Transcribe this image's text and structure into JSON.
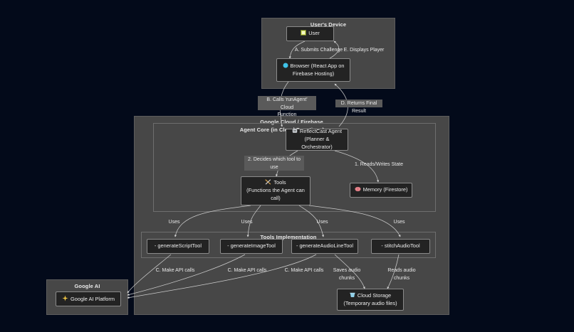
{
  "diagram": {
    "background_color": "#030a1a",
    "cluster_fill": "#474747",
    "node_fill": "#232323",
    "node_border": "#8a8a8a",
    "edge_color": "#cfcfcf",
    "label_fill": "#5a5a5a",
    "text_color": "#ececec"
  },
  "clusters": [
    {
      "id": "users_device",
      "title": "User's Device"
    },
    {
      "id": "google_cloud",
      "title": "Google Cloud / Firebase"
    },
    {
      "id": "agent_core",
      "title": "Agent Core (in Cloud Functions)"
    },
    {
      "id": "tools_impl",
      "title": "Tools Implementation"
    },
    {
      "id": "google_ai",
      "title": "Google AI"
    }
  ],
  "nodes": {
    "user": {
      "icon": "user-icon",
      "line1": "User",
      "line2": ""
    },
    "browser": {
      "icon": "browser-icon",
      "line1": "Browser (React App on",
      "line2": "Firebase Hosting)"
    },
    "agent": {
      "icon": "robot-icon",
      "line1": "ReflectCast Agent",
      "line2": "(Planner & Orchestrator)"
    },
    "memory": {
      "icon": "brain-icon",
      "line1": "Memory (Firestore)",
      "line2": ""
    },
    "tools": {
      "icon": "tools-icon",
      "line1": "Tools",
      "line2": "(Functions the Agent can",
      "line3": "call)"
    },
    "tool_script": {
      "icon": "",
      "line1": "- generateScriptTool",
      "line2": ""
    },
    "tool_image": {
      "icon": "",
      "line1": "- generateImageTool",
      "line2": ""
    },
    "tool_audio_line": {
      "icon": "",
      "line1": "- generateAudioLineTool",
      "line2": ""
    },
    "tool_stitch": {
      "icon": "",
      "line1": "- stitchAudioTool",
      "line2": ""
    },
    "cloud_storage": {
      "icon": "bucket-icon",
      "line1": "Cloud Storage",
      "line2": "(Temporary audio files)"
    },
    "google_ai_platform": {
      "icon": "sparkle-icon",
      "line1": "Google AI Platform",
      "line2": ""
    }
  },
  "edge_labels": {
    "submits_challenge": "A. Submits Challenge",
    "displays_player": "E. Displays Player",
    "calls_run_agent": "B. Calls 'runAgent' Cloud\nFunction",
    "returns_final_result": "D. Returns Final Result",
    "reads_writes_state": "1. Reads/Writes State",
    "decides_tool": "2. Decides which tool to\nuse",
    "uses_1": "Uses",
    "uses_2": "Uses",
    "uses_3": "Uses",
    "uses_4": "Uses",
    "api_calls_1": "C. Make API calls",
    "api_calls_2": "C. Make API calls",
    "api_calls_3": "C. Make API calls",
    "saves_audio_chunks": "Saves audio chunks",
    "reads_audio_chunks": "Reads audio chunks"
  }
}
